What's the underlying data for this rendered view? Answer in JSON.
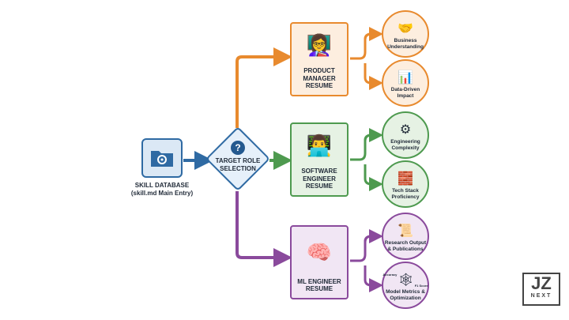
{
  "source": {
    "label_line1": "SKILL DATABASE",
    "label_line2": "(skill.md Main Entry)",
    "icon": "folder-gear-icon"
  },
  "decision": {
    "line1": "TARGET ROLE",
    "line2": "SELECTION",
    "icon": "question-icon",
    "symbol": "?"
  },
  "roles": [
    {
      "line1": "PRODUCT",
      "line2": "MANAGER",
      "line3": "RESUME",
      "color": "#e88a2e",
      "fill": "#fdeedf",
      "icon": "presenter-icon",
      "skills": [
        {
          "line1": "Business",
          "line2": "Understanding",
          "icon": "handshake-icon"
        },
        {
          "line1": "Data-Driven",
          "line2": "Impact",
          "icon": "chart-magnifier-icon"
        }
      ]
    },
    {
      "line1": "SOFTWARE",
      "line2": "ENGINEER",
      "line3": "RESUME",
      "color": "#4e9a4f",
      "fill": "#e6f2e4",
      "icon": "developer-icon",
      "skills": [
        {
          "line1": "Engineering",
          "line2": "Complexity",
          "icon": "gears-server-icon"
        },
        {
          "line1": "Tech Stack",
          "line2": "Proficiency",
          "icon": "stack-blocks-icon"
        }
      ]
    },
    {
      "line1": "ML ENGINEER",
      "line2": "RESUME",
      "line3": "",
      "color": "#8a4a9c",
      "fill": "#f1e6f4",
      "icon": "ai-head-icon",
      "skills": [
        {
          "line1": "Research Output",
          "line2": "& Publications",
          "icon": "paper-magnifier-icon"
        },
        {
          "line1": "Model Metrics &",
          "line2": "Optimization",
          "icon": "neural-net-icon",
          "tag1": "Accuracy",
          "tag2": "F1 Score"
        }
      ]
    }
  ],
  "colors": {
    "source": "#2f6aa3"
  },
  "logo": {
    "mark": "JZ",
    "text": "NEXT"
  }
}
